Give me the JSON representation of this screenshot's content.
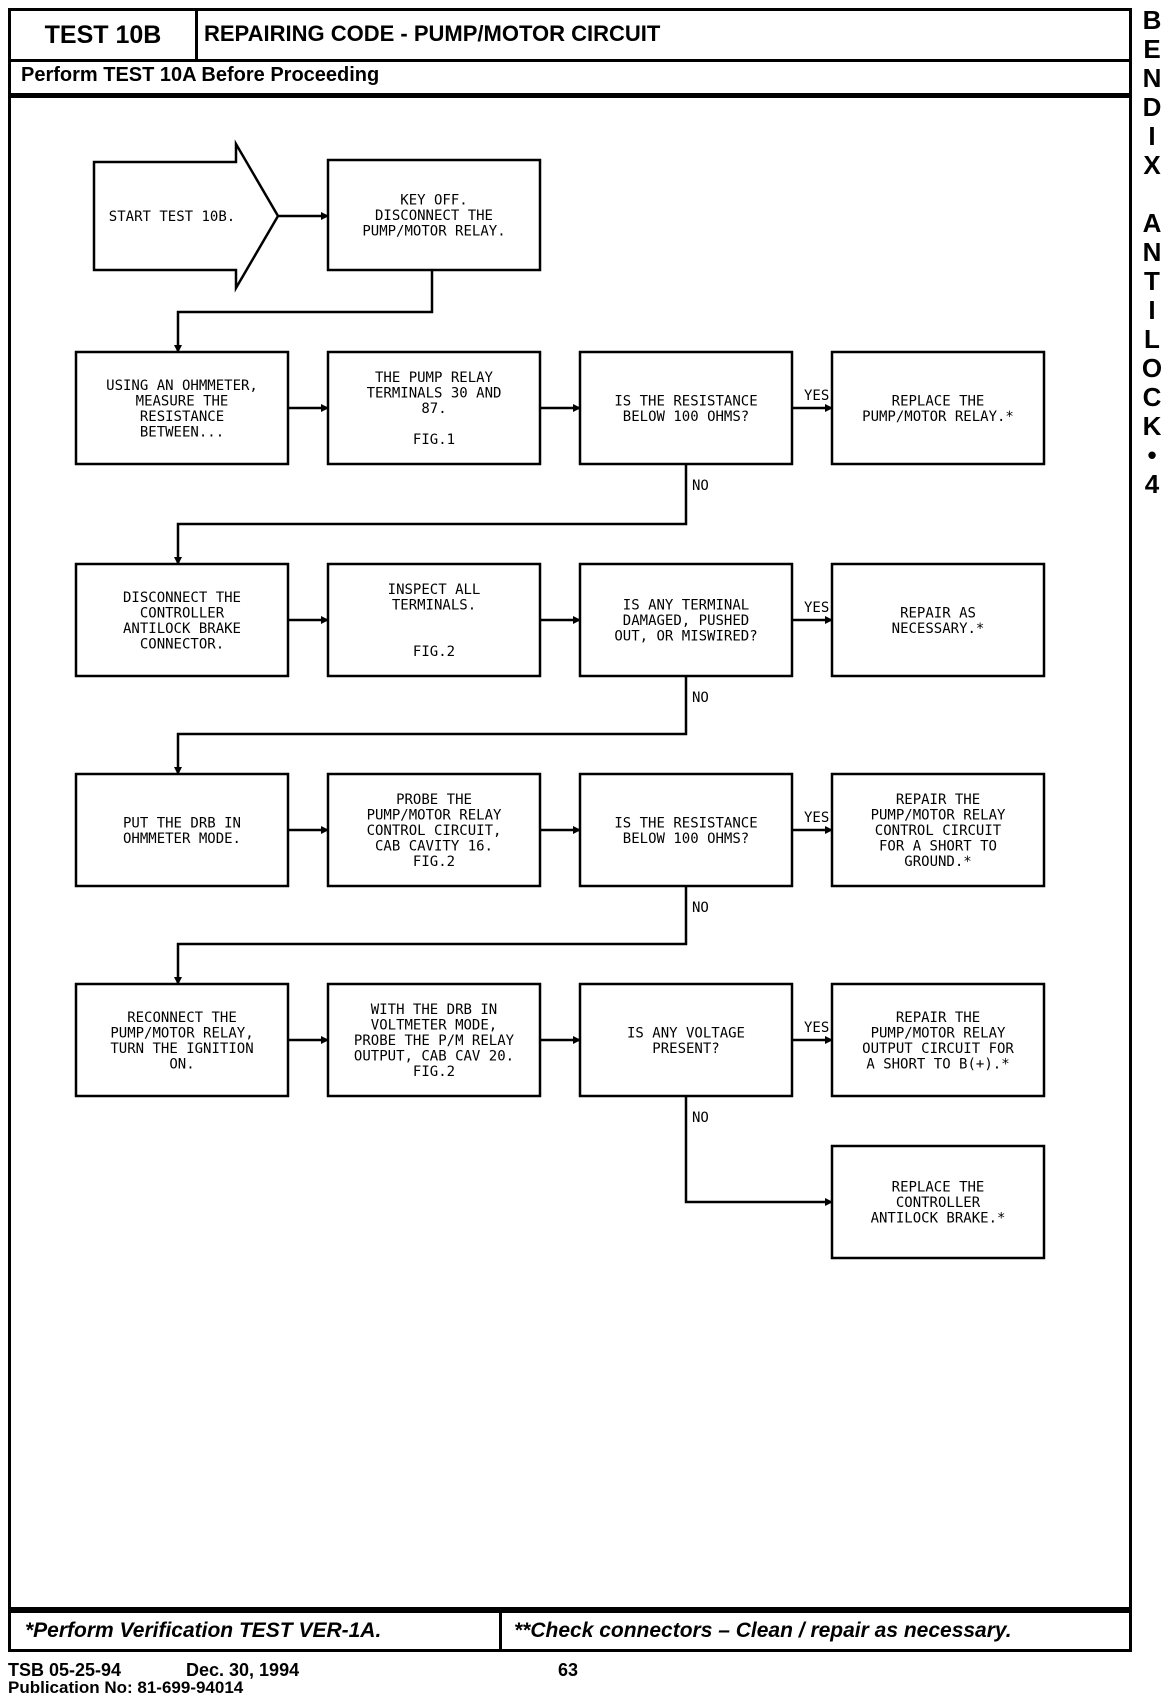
{
  "header": {
    "test": "TEST 10B",
    "title": "REPAIRING CODE - PUMP/MOTOR CIRCUIT",
    "subtitle": "Perform TEST 10A Before Proceeding"
  },
  "side_brand": [
    "B",
    "E",
    "N",
    "D",
    "I",
    "X",
    "",
    "A",
    "N",
    "T",
    "I",
    "L",
    "O",
    "C",
    "K",
    "•",
    "4"
  ],
  "flow": {
    "start": {
      "lines": [
        "START TEST 10B."
      ]
    },
    "b1": {
      "lines": [
        "KEY OFF.",
        "DISCONNECT THE",
        "PUMP/MOTOR RELAY."
      ]
    },
    "r1": [
      {
        "lines": [
          "USING AN OHMMETER,",
          "MEASURE THE",
          "RESISTANCE",
          "BETWEEN..."
        ]
      },
      {
        "lines": [
          "THE PUMP RELAY",
          "TERMINALS 30 AND",
          "87.",
          "",
          "FIG.1"
        ]
      },
      {
        "lines": [
          "IS THE RESISTANCE",
          "BELOW 100 OHMS?"
        ]
      },
      {
        "lines": [
          "REPLACE THE",
          "PUMP/MOTOR RELAY.*"
        ]
      }
    ],
    "r2": [
      {
        "lines": [
          "DISCONNECT THE",
          "CONTROLLER",
          "ANTILOCK BRAKE",
          "CONNECTOR."
        ]
      },
      {
        "lines": [
          "INSPECT ALL",
          "TERMINALS.",
          "",
          "",
          "FIG.2"
        ]
      },
      {
        "lines": [
          "IS ANY TERMINAL",
          "DAMAGED, PUSHED",
          "OUT, OR MISWIRED?"
        ]
      },
      {
        "lines": [
          "REPAIR AS",
          "NECESSARY.*"
        ]
      }
    ],
    "r3": [
      {
        "lines": [
          "PUT THE DRB IN",
          "OHMMETER MODE."
        ]
      },
      {
        "lines": [
          "PROBE THE",
          "PUMP/MOTOR RELAY",
          "CONTROL CIRCUIT,",
          "CAB CAVITY 16.",
          "FIG.2"
        ]
      },
      {
        "lines": [
          "IS THE RESISTANCE",
          "BELOW 100 OHMS?"
        ]
      },
      {
        "lines": [
          "REPAIR THE",
          "PUMP/MOTOR RELAY",
          "CONTROL CIRCUIT",
          "FOR A SHORT TO",
          "GROUND.*"
        ]
      }
    ],
    "r4": [
      {
        "lines": [
          "RECONNECT THE",
          "PUMP/MOTOR RELAY,",
          "TURN THE IGNITION",
          "ON."
        ]
      },
      {
        "lines": [
          "WITH THE DRB IN",
          "VOLTMETER MODE,",
          "PROBE THE P/M RELAY",
          "OUTPUT, CAB CAV 20.",
          "FIG.2"
        ]
      },
      {
        "lines": [
          "IS ANY VOLTAGE",
          "PRESENT?"
        ]
      },
      {
        "lines": [
          "REPAIR THE",
          "PUMP/MOTOR RELAY",
          "OUTPUT CIRCUIT FOR",
          "A SHORT TO B(+).*"
        ]
      }
    ],
    "last": {
      "lines": [
        "REPLACE THE",
        "CONTROLLER",
        "ANTILOCK BRAKE.*"
      ]
    },
    "yes_label": "YES",
    "no_label": "NO"
  },
  "footer": {
    "left_note": "*Perform Verification TEST VER-1A.",
    "right_note": "**Check connectors – Clean / repair as necessary.",
    "tsb": "TSB 05-25-94",
    "date": "Dec. 30, 1994",
    "page": "63",
    "publication": "Publication No:  81-699-94014"
  }
}
